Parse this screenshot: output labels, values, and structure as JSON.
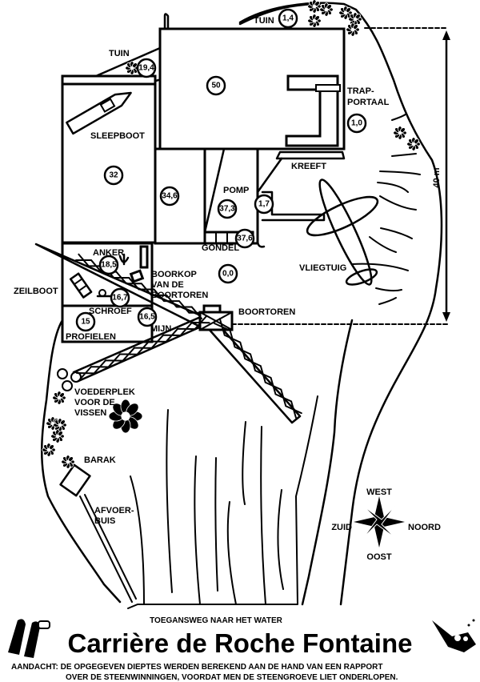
{
  "map": {
    "title": "Carrière de Roche Fontaine",
    "note_line1": "AANDACHT: DE OPGEGEVEN DIEPTES WERDEN BEREKEND AAN DE HAND VAN EEN RAPPORT",
    "note_line2": "OVER DE STEENWINNINGEN, VOORDAT MEN DE STEENGROEVE LIET ONDERLOPEN.",
    "access_label": "TOEGANSWEG NAAR HET WATER",
    "scale_label": "40 m",
    "labels": {
      "tuin_top": "TUIN",
      "tuin_left": "TUIN",
      "sleepboot": "SLEEPBOOT",
      "trapportaal_1": "TRAP-",
      "trapportaal_2": "PORTAAL",
      "kreeft": "KREEFT",
      "pomp": "POMP",
      "gondel": "GONDEL",
      "vliegtuig": "VLIEGTUIG",
      "anker": "ANKER",
      "boorkop_1": "BOORKOP",
      "boorkop_2": "VAN DE",
      "boorkop_3": "BOORTOREN",
      "zeilboot": "ZEILBOOT",
      "schroef": "SCHROEF",
      "profielen": "PROFIELEN",
      "mijn": "MIJN",
      "boortoren": "BOORTOREN",
      "voederplek_1": "VOEDERPLEK",
      "voederplek_2": "VOOR DE",
      "voederplek_3": "VISSEN",
      "barak": "BARAK",
      "afvoerbuis_1": "AFVOER-",
      "afvoerbuis_2": "BUIS"
    },
    "depths": {
      "tuin_top": "1,4",
      "tuin_left": "19,4",
      "main_building": "50",
      "trapportaal": "1,0",
      "sleepboot": "32",
      "room_middle": "34,6",
      "pomp": "37,3",
      "kreeft": "1,7",
      "gondel": "37,6",
      "open_water": "0,0",
      "anker": "18,5",
      "schroef": "16,7",
      "profielen": "15",
      "mijn": "16,5"
    },
    "compass": {
      "top": "WEST",
      "bottom": "OOST",
      "left": "ZUID",
      "right": "NOORD"
    }
  }
}
